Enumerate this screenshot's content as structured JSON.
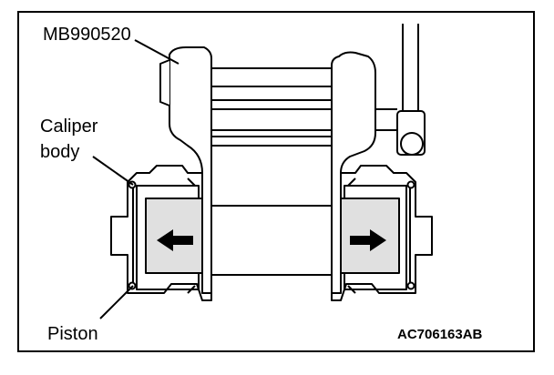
{
  "labels": {
    "tool": "MB990520",
    "caliper_line1": "Caliper",
    "caliper_line2": "body",
    "piston": "Piston",
    "figure_code": "AC706163AB"
  },
  "colors": {
    "line": "#000000",
    "fill_light": "#ffffff",
    "fill_gray": "#e0e0e0"
  }
}
